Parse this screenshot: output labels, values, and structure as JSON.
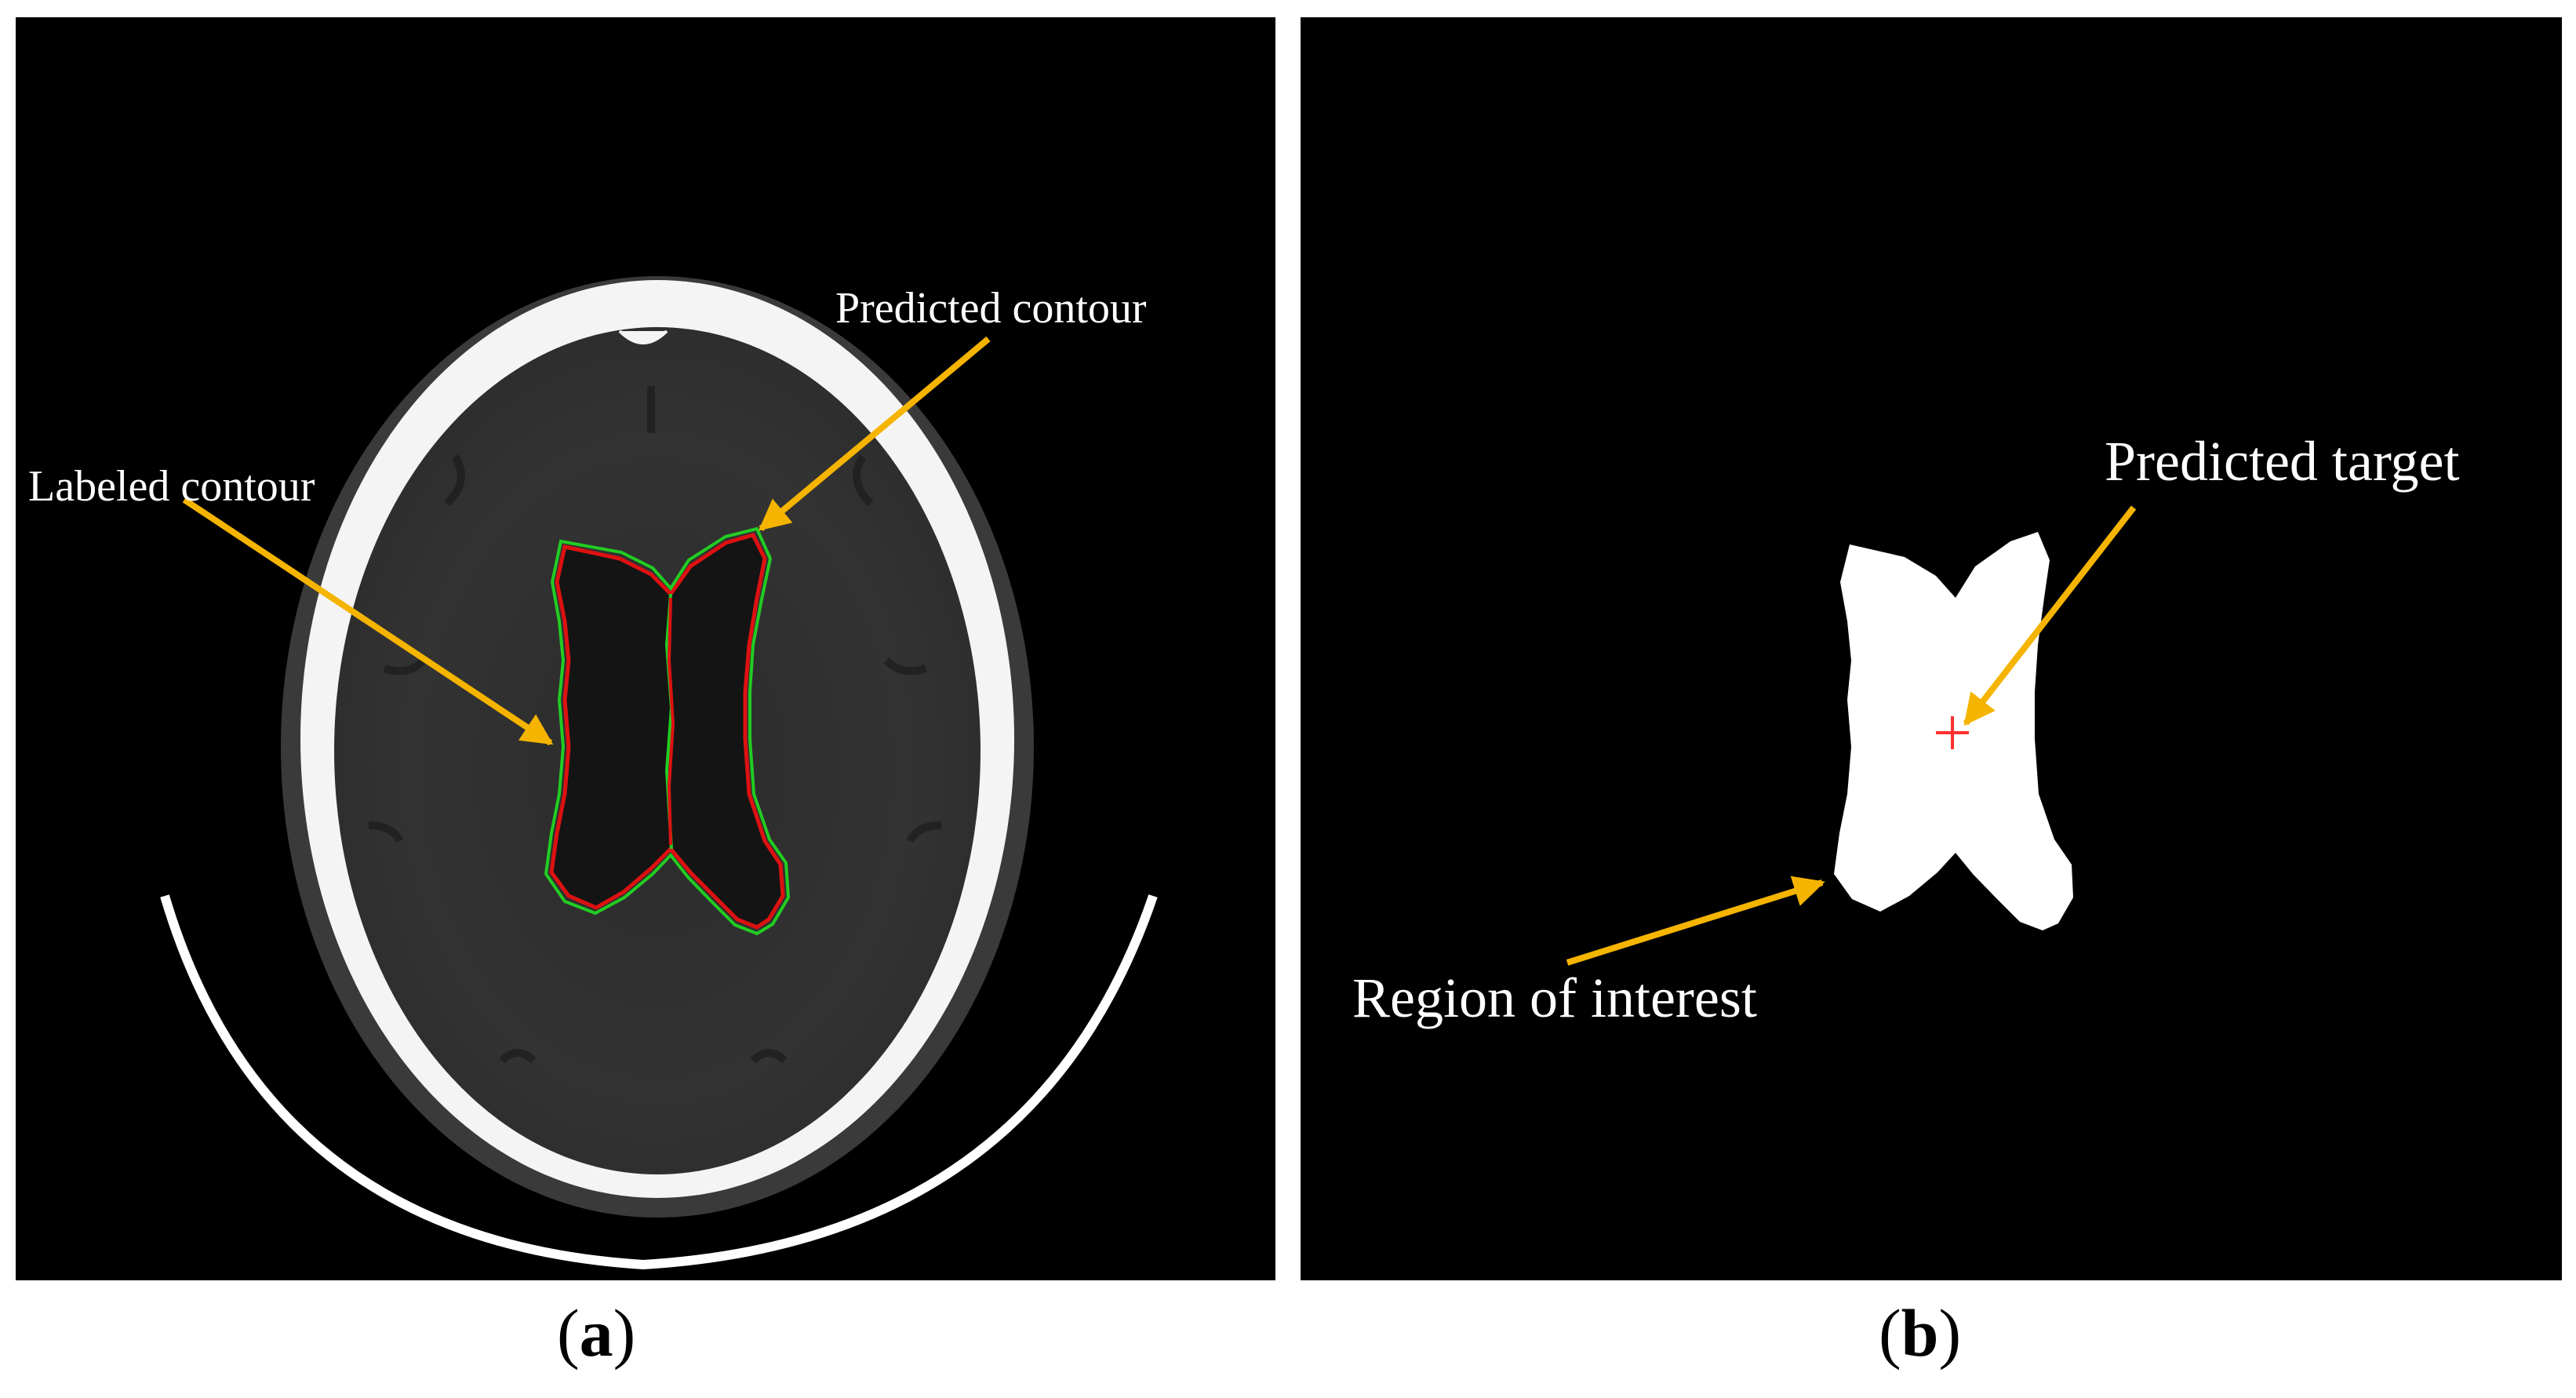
{
  "panel_a": {
    "predicted_contour_label": "Predicted contour",
    "labeled_contour_label": "Labeled contour",
    "caption_letter": "a",
    "caption_open": "(",
    "caption_close": ")"
  },
  "panel_b": {
    "predicted_target_label": "Predicted target",
    "region_of_interest_label": "Region of interest",
    "caption_letter": "b",
    "caption_open": "(",
    "caption_close": ")"
  },
  "colors": {
    "predicted_contour": "#22cc22",
    "labeled_contour": "#dd1111",
    "arrow": "#f5b400",
    "target_marker": "#ff3030",
    "region_mask": "#ffffff",
    "background": "#000000"
  }
}
